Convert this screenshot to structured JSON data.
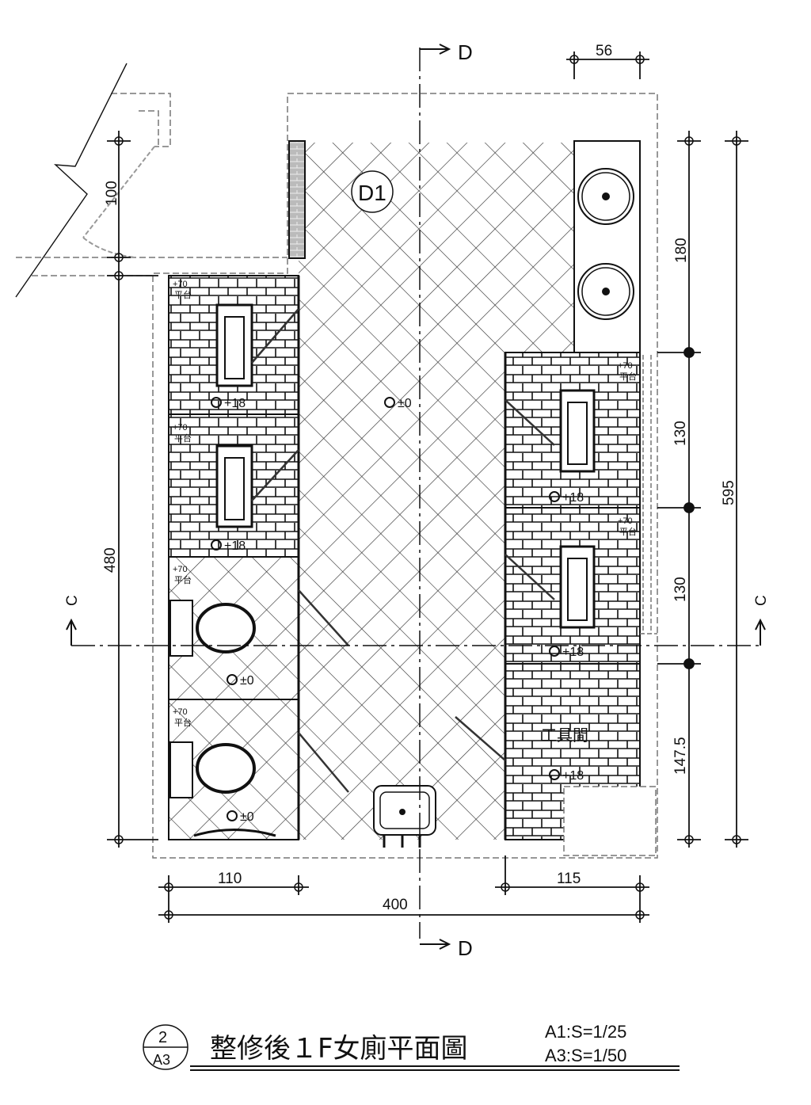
{
  "drawing": {
    "title": "整修後１F女廁平面圖",
    "detail_number": "2",
    "sheet_number": "A3",
    "scales": [
      "A1:S=1/25",
      "A3:S=1/50"
    ]
  },
  "sections": {
    "c": "C",
    "d": "D"
  },
  "door_tag": "D1",
  "room_label": "工具間",
  "dimensions": {
    "top": "56",
    "left_upper": "100",
    "left_total": "480",
    "right_sinks": "180",
    "right_stall1": "130",
    "right_stall2": "130",
    "right_storage": "147.5",
    "right_total": "595",
    "bottom_left": "110",
    "bottom_right": "115",
    "bottom_total": "400"
  },
  "levels": {
    "corridor": "±0",
    "stall_raised": "+18",
    "stall_flush": "±0",
    "hand_rail_height": "+70",
    "hand_rail_note": "平台"
  },
  "colors": {
    "line": "#111111",
    "dash": "#777777",
    "hatch": "#333333"
  }
}
